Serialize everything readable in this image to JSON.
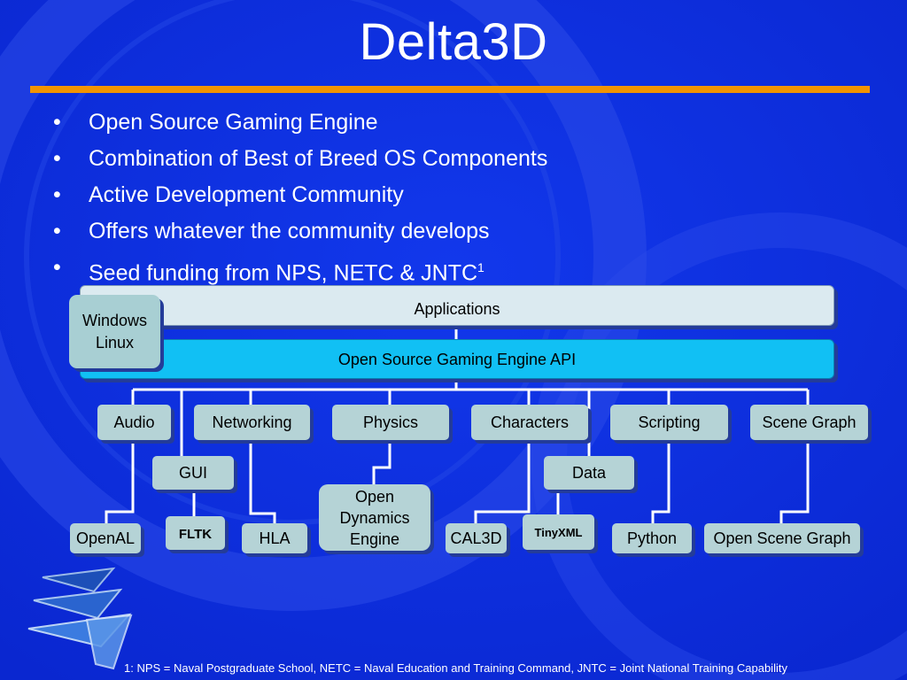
{
  "slide": {
    "title": "Delta3D",
    "bullets": [
      "Open Source Gaming Engine",
      "Combination of Best of Breed OS Components",
      "Active Development Community",
      "Offers whatever the community develops",
      "Seed funding from NPS, NETC & JNTC"
    ],
    "bullet_superscript": "1",
    "footnote": "1: NPS = Naval Postgraduate School, NETC = Naval Education and Training Command, JNTC = Joint National Training Capability"
  },
  "diagram": {
    "os_box": {
      "line1": "Windows",
      "line2": "Linux"
    },
    "applications": "Applications",
    "api": "Open Source Gaming Engine API",
    "modules": {
      "audio": "Audio",
      "networking": "Networking",
      "physics": "Physics",
      "characters": "Characters",
      "scripting": "Scripting",
      "scene_graph": "Scene Graph",
      "gui": "GUI",
      "data": "Data"
    },
    "libraries": {
      "openal": "OpenAL",
      "fltk": "FLTK",
      "hla": "HLA",
      "ode_line1": "Open",
      "ode_line2": "Dynamics",
      "ode_line3": "Engine",
      "cal3d": "CAL3D",
      "tinyxml": "TinyXML",
      "python": "Python",
      "osg": "Open Scene Graph"
    }
  },
  "colors": {
    "background": "#0d2fe0",
    "rule": "#f29400",
    "api_box": "#11c0f4",
    "module_box": "#b5d3d6",
    "shadow": "#243c99"
  }
}
